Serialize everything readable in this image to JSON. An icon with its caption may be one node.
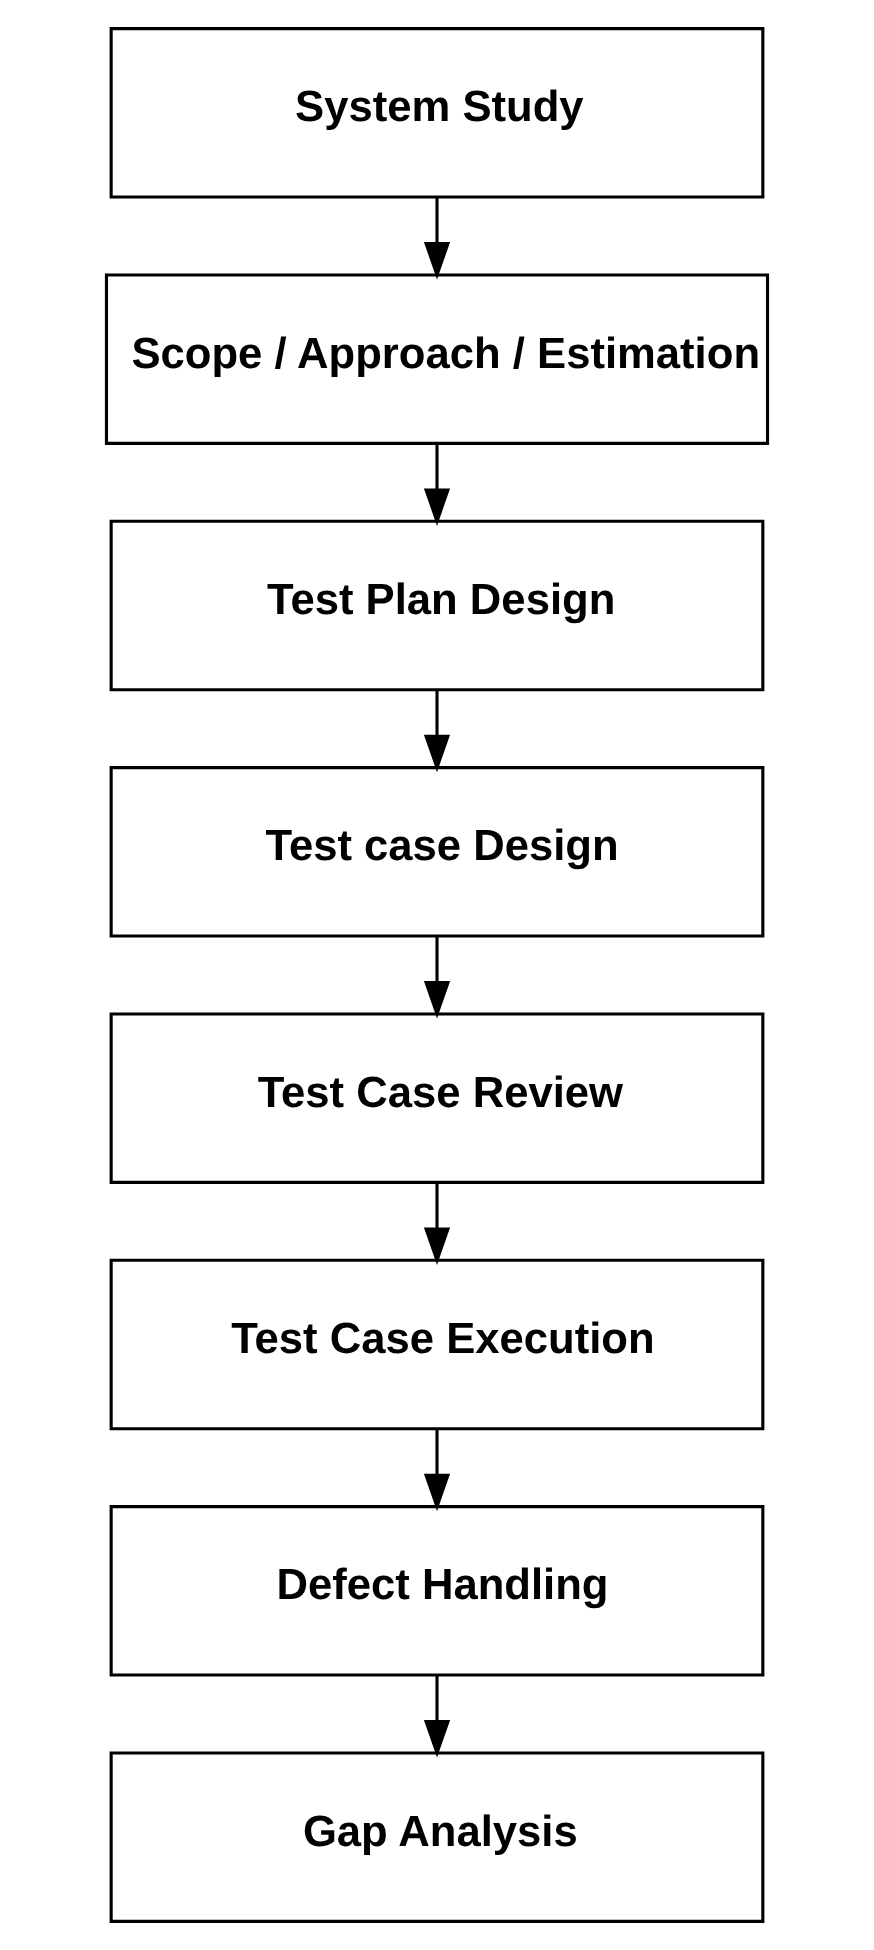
{
  "diagram": {
    "nodes": [
      {
        "text": [
          "System Study"
        ]
      },
      {
        "text": [
          "Scope / Approach / Estimation"
        ]
      },
      {
        "text": [
          "Test Plan Design"
        ]
      },
      {
        "text": [
          "Test case Design"
        ]
      },
      {
        "text": [
          "Test Case Review"
        ]
      },
      {
        "text": [
          "Test Case Execution"
        ]
      },
      {
        "text": [
          "Defect Handling"
        ]
      },
      {
        "text": [
          "Gap Analysis"
        ]
      }
    ],
    "edges": [
      {
        "from": 0,
        "to": 1,
        "arrow": "to"
      },
      {
        "from": 1,
        "to": 2,
        "arrow": "to"
      },
      {
        "from": 2,
        "to": 3,
        "arrow": "to"
      },
      {
        "from": 3,
        "to": 4,
        "arrow": "to"
      },
      {
        "from": 4,
        "to": 5,
        "arrow": "to"
      },
      {
        "from": 5,
        "to": 6,
        "arrow": "to"
      },
      {
        "from": 6,
        "to": 7,
        "arrow": "to"
      }
    ]
  }
}
